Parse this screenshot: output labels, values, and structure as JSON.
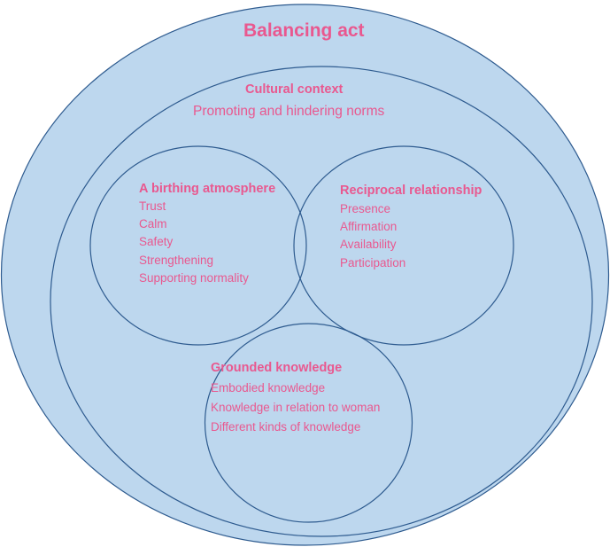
{
  "title": "Balancing act",
  "cultural_context": {
    "heading": "Cultural context",
    "subtitle": "Promoting and hindering norms"
  },
  "birthing_atmosphere": {
    "heading": "A birthing atmosphere",
    "items": [
      "Trust",
      "Calm",
      "Safety",
      "Strengthening",
      "Supporting normality"
    ]
  },
  "reciprocal_relationship": {
    "heading": "Reciprocal relationship",
    "items": [
      "Presence",
      "Affirmation",
      "Availability",
      "Participation"
    ]
  },
  "grounded_knowledge": {
    "heading": "Grounded knowledge",
    "items": [
      "Embodied knowledge",
      "Knowledge in relation to woman",
      "Different kinds of knowledge"
    ]
  },
  "colors": {
    "fill": "#bdd7ee",
    "stroke": "#2e5b8f",
    "text": "#e9588f"
  }
}
